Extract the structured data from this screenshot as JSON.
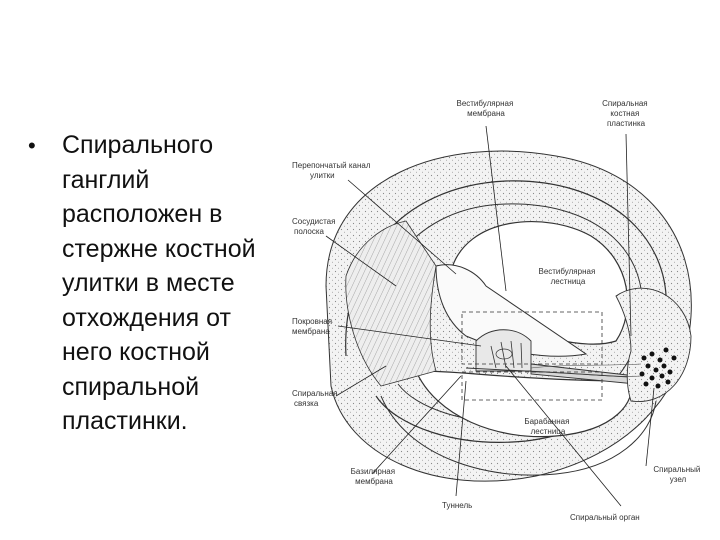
{
  "slide": {
    "bullet_text": {
      "lines": [
        "Спирального",
        "ганглий",
        "расположен в",
        "стержне костной",
        "улитки в месте",
        "отхождения от",
        "него костной",
        "спиральной",
        "пластинки."
      ]
    },
    "figure": {
      "labels": {
        "vestibular_membrane": [
          "Вестибулярная",
          "мембрана"
        ],
        "spiral_bony_lamina": [
          "Спиральная",
          "костная",
          "пластинка"
        ],
        "cochlear_canal": [
          "Перепончатый канал",
          "улитки"
        ],
        "stria_vascularis": [
          "Сосудистая",
          "полоска"
        ],
        "scala_vestibuli": [
          "Вестибулярная",
          "лестница"
        ],
        "tectorial_membrane": [
          "Покровная",
          "мембрана"
        ],
        "spiral_ligament": [
          "Спиральная",
          "связка"
        ],
        "scala_tympani": [
          "Барабанная",
          "лестница"
        ],
        "basilar_membrane": [
          "Базилярная",
          "мембрана"
        ],
        "spiral_ganglion": [
          "Спиральный",
          "узел"
        ],
        "tunnel": "Туннель",
        "organ_of_corti": "Спиральный орган"
      }
    }
  }
}
